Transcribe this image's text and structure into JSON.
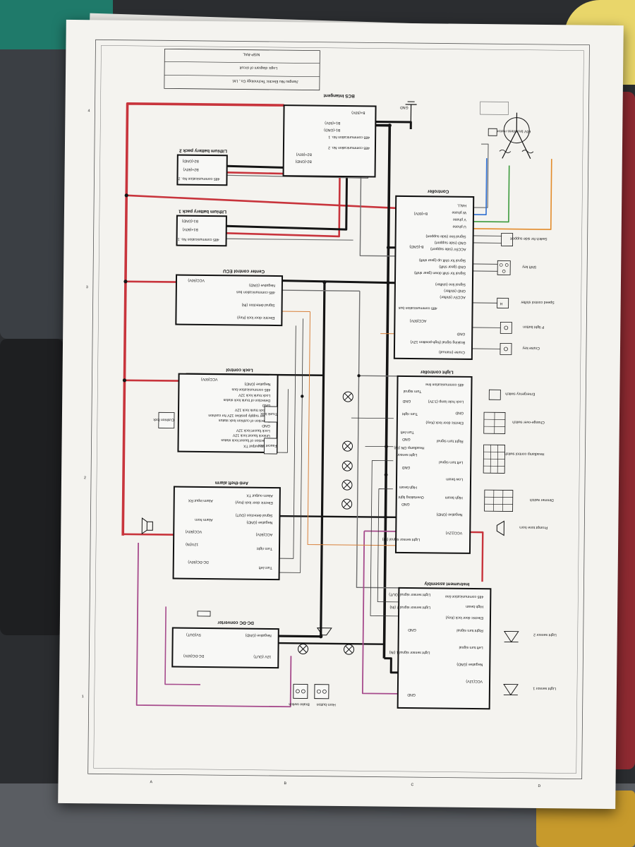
{
  "title_block": {
    "company": "Jiangsu Niu Electric Technology Co., Ltd.",
    "drawing": "Logic diagram of circuit",
    "code": "NISP-RAL"
  },
  "border_marks": {
    "letters": [
      "A",
      "B",
      "C",
      "D"
    ],
    "numbers": [
      "1",
      "2",
      "3",
      "4"
    ]
  },
  "blocks": [
    {
      "id": "bcs",
      "title": "BCS Intangent",
      "pins": [
        "B+(60V)",
        "485 communication No. 1",
        "B1+(60V)",
        "B1-(GND)",
        "485 communication No. 2",
        "B2+(60V)",
        "B2-(GND)",
        "GND"
      ]
    },
    {
      "id": "bat2",
      "title": "Lithium battery pack 2",
      "pins": [
        "B2-(GND)",
        "B2+(60V)",
        "485 communication No. 2"
      ]
    },
    {
      "id": "bat1",
      "title": "Lithium battery pack 1",
      "pins": [
        "B1-(GND)",
        "B1+(60V)",
        "485 communication No. 1"
      ]
    },
    {
      "id": "ecu",
      "title": "Center control ECU",
      "pins": [
        "VCC(60V)",
        "Negative (GND)",
        "485 communication bus",
        "Signal detection (IN)",
        "Electric door lock (Key)"
      ]
    },
    {
      "id": "controller",
      "title": "Controller",
      "pins": [
        "HALL",
        "W phase",
        "V phase",
        "U phase",
        "B+(60V)",
        "Signal line (side support)",
        "GND (side support)",
        "ACC5V (side support)",
        "B-(GND)",
        "Signal for shift up (gear shift)",
        "GND (gear shift)",
        "Signal for shift down (gear shift)",
        "Signal line (shifter)",
        "GND (shifter)",
        "ACC5V (shifter)",
        "485 communication bus",
        "ACC(60V)",
        "GND",
        "Braking signal (high-position 12V)",
        "Cruise (manual)"
      ]
    },
    {
      "id": "lockctl",
      "title": "Lock control",
      "pins": [
        "VCC(60V)",
        "Negative (GND)",
        "485 communication bus",
        "Lock trunk lock 12V",
        "Detection of trunk lock status",
        "GND",
        "Unlock trunk lock 12V",
        "Power supply positive 12V for cushion",
        "Detection of cushion lock status",
        "GND",
        "Lock faucet lock 12V",
        "Unlock faucet lock 12V",
        "Detection of faucet lock status",
        "Alarm output TX"
      ]
    },
    {
      "id": "alarm",
      "title": "Anti-theft alarm",
      "pins": [
        "Alarm output TX",
        "Alarm input RX",
        "Electric door lock (Key)",
        "Signal detection (OUT)",
        "Alarm horn",
        "Negative (GND)",
        "VCC(60V)",
        "ACC(60V)",
        "12V(IN)",
        "Turn right",
        "DC-DC(60V)",
        "Turn left"
      ]
    },
    {
      "id": "lightctl",
      "title": "Light controller",
      "pins": [
        "485 communication line",
        "Turn signal",
        "GND",
        "Lock hole lamp (3.3V)",
        "GND",
        "Turn right",
        "Electric door lock (Key)",
        "Turn left",
        "GND",
        "Right turn signal",
        "Headlamp ON (IN)",
        "Light sensor",
        "Left turn signal",
        "GND",
        "Low beam",
        "High beam",
        "Overtaking light",
        "GND",
        "High beam",
        "Negative (GND)",
        "VCC(12V)",
        "Light sensor signal (IN)"
      ]
    },
    {
      "id": "instrument",
      "title": "Instrument assembly",
      "pins": [
        "485 communication line",
        "Light sensor signal (OUT)",
        "High beam",
        "Light sensor signal 2 (IN)",
        "Electric door lock (Key)",
        "GND",
        "Right turn signal",
        "Left turn signal",
        "Light sensor signal 1 (IN)",
        "Negative (GND)",
        "VCC(12V)",
        "GND"
      ]
    },
    {
      "id": "dcdc",
      "title": "DC-DC converter",
      "pins": [
        "Negative (GND)",
        "5V(OUT)",
        "12V (OUT)",
        "DC-DC(60V)"
      ]
    }
  ],
  "components": {
    "motor": "60V brushless motor",
    "switch_side": "Switch for side support",
    "shift_key": "Shift key",
    "speed_shifter": "Speed control shifter",
    "p_button": "P light button",
    "cruise_key": "Cruise key",
    "emergency": "Emergency switch",
    "changeover": "Change-over switch",
    "headlamp_switch": "Headlamp control switch",
    "dimmer": "Dimmer switch",
    "prompt_horn": "Prompt tone horn",
    "light_sensor_2": "Light sensor 2",
    "light_sensor_1": "Light sensor 1",
    "horn_button": "Horn button",
    "brake_switch": "Brake switch",
    "trunk_lock": "Trunk lock",
    "faucet_lock": "Faucet lock",
    "cushion_lock": "Cushion lock",
    "gnd": "GND"
  },
  "colors": {
    "wire_60v": "#c8343c",
    "wire_gnd": "#141414",
    "wire_485": "#6e6e6e",
    "wire_12v": "#a64a8c",
    "wire_hall_blue": "#2f6fd1",
    "wire_hall_green": "#3b9a3b",
    "wire_hall_orange": "#e38b2a",
    "wire_signal_orange": "#d8803a"
  }
}
